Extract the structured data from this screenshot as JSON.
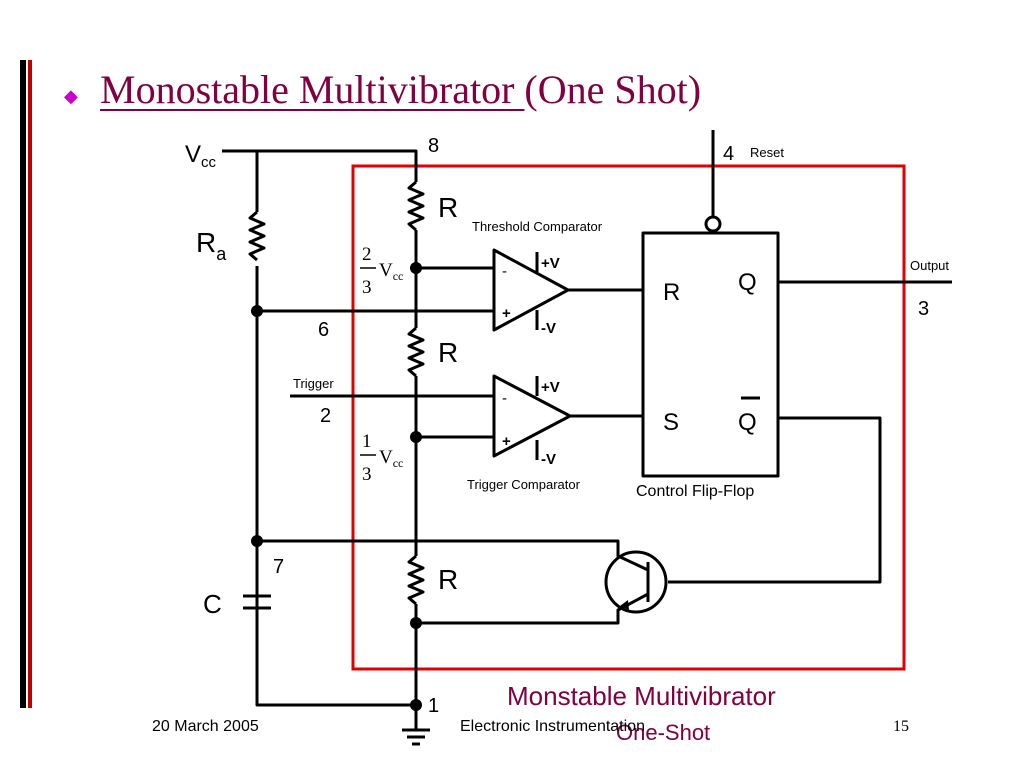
{
  "slide": {
    "bullet": "◆",
    "title_underlined": "Monostable Multivibrator ",
    "title_rest": "(One Shot)",
    "footer_date": "20 March 2005",
    "footer_center": "Electronic Instrumentation",
    "page_number": "15"
  },
  "diagram": {
    "vcc_main": "V",
    "vcc_sub": "cc",
    "ra_main": "R",
    "ra_sub": "a",
    "pin_8": "8",
    "pin_4": "4",
    "reset_label": "Reset",
    "pin_6": "6",
    "pin_2": "2",
    "pin_7": "7",
    "pin_1": "1",
    "pin_3": "3",
    "trigger_label": "Trigger",
    "output_label": "Output",
    "capacitor_label": "C",
    "resistor_top": "R",
    "resistor_mid": "R",
    "resistor_bottom": "R",
    "threshold_comparator": "Threshold Comparator",
    "trigger_comparator": "Trigger Comparator",
    "frac_two_num": "2",
    "frac_two_den": "3",
    "frac_one_num": "1",
    "frac_one_den": "3",
    "frac_v_main": "V",
    "frac_v_sub": "cc",
    "plus_v": "+V",
    "minus_v": "-V",
    "minus_sign": "-",
    "plus_sign": "+",
    "ff_r": "R",
    "ff_s": "S",
    "ff_q": "Q",
    "ff_qbar": "Q",
    "ff_label": "Control Flip-Flop",
    "caption_line1": "Monstable Multivibrator",
    "caption_line2": "One-Shot",
    "box_color": "#e00000",
    "caption_color": "#800040"
  }
}
